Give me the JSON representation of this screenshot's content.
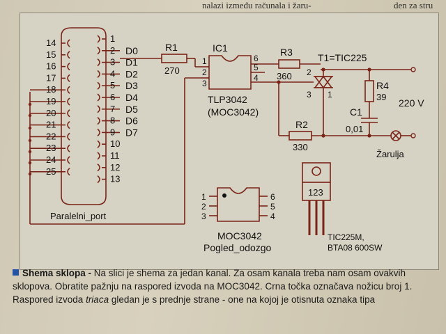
{
  "top_text": {
    "left": "nalazi između računala i žaru-",
    "right": "den za stru"
  },
  "connector": {
    "name": "Paralelni_port",
    "left_pins": [
      "14",
      "15",
      "16",
      "17",
      "18",
      "19",
      "20",
      "21",
      "22",
      "23",
      "24",
      "25"
    ],
    "right_pins": [
      "1",
      "2",
      "3",
      "4",
      "5",
      "6",
      "7",
      "8",
      "9",
      "10",
      "11",
      "12",
      "13"
    ],
    "data_lines": [
      "D0",
      "D1",
      "D2",
      "D3",
      "D4",
      "D5",
      "D6",
      "D7"
    ]
  },
  "r1": {
    "name": "R1",
    "value": "270"
  },
  "ic1": {
    "name": "IC1",
    "part": "TLP3042",
    "alt": "(MOC3042)",
    "pins": [
      "1",
      "2",
      "3",
      "4",
      "5",
      "6"
    ]
  },
  "r3": {
    "name": "R3",
    "value": "360"
  },
  "t1": {
    "name": "T1=TIC225",
    "pins": [
      "2",
      "3",
      "1"
    ]
  },
  "r4": {
    "name": "R4",
    "value": "39"
  },
  "c1": {
    "name": "C1",
    "value": "0,01"
  },
  "voltage": "220 V",
  "r2": {
    "name": "R2",
    "value": "330"
  },
  "lamp": "Žarulja",
  "moc_view": {
    "pins": [
      "1",
      "2",
      "3",
      "6",
      "5",
      "4"
    ],
    "name": "MOC3042",
    "view": "Pogled_odozgo"
  },
  "triac_pkg": {
    "pins": "123",
    "l1": "TIC225M,",
    "l2": "BTA08 600SW"
  },
  "caption": {
    "title": "Shema sklopa -",
    "p1": " Na slici je shema za jedan kanal. Za osam kanala treba nam osam ovakvih sklopova. Obratite pažnju na raspored izvoda na MOC3042. Crna točka označava nožicu broj 1. Raspored izvoda ",
    "triaca": "triaca",
    "p2": " gledan je s prednje strane - one na kojoj je otisnuta oznaka tipa"
  }
}
